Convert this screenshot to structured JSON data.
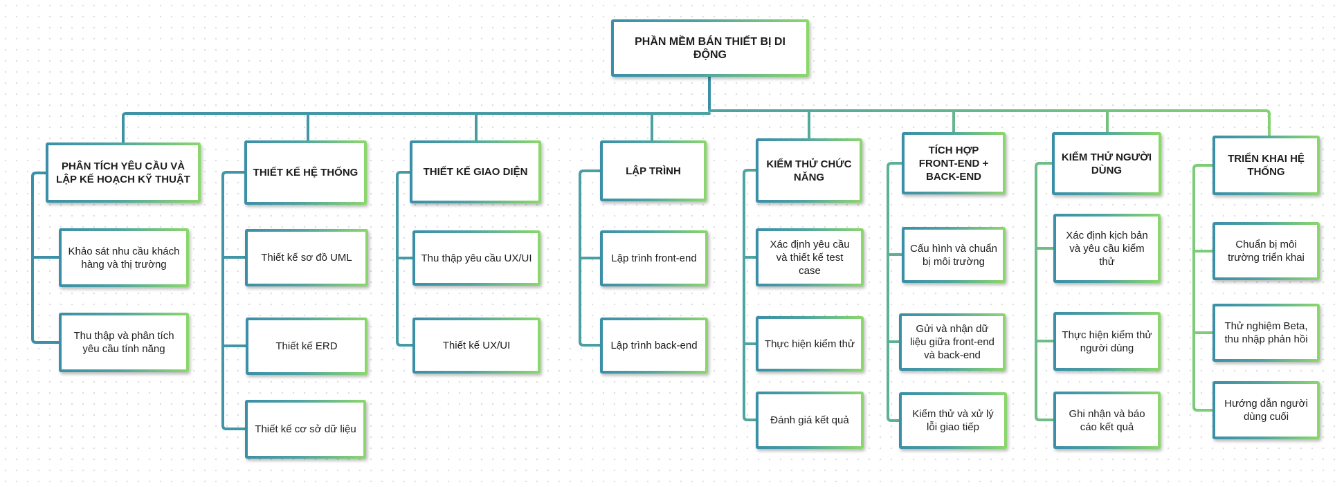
{
  "root": "PHẦN MỀM BÁN THIẾT BỊ DI ĐỘNG",
  "branches": [
    {
      "title": "PHÂN TÍCH YÊU CẦU VÀ LẬP KẾ HOẠCH KỸ THUẬT",
      "items": [
        "Khảo sát nhu cầu khách hàng và thị trường",
        "Thu thập và phân tích yêu cầu tính năng"
      ]
    },
    {
      "title": "THIẾT KẾ HỆ THỐNG",
      "items": [
        "Thiết kế sơ đồ UML",
        "Thiết kế ERD",
        "Thiết kế cơ sở dữ liệu"
      ]
    },
    {
      "title": "THIẾT KẾ GIAO DIỆN",
      "items": [
        "Thu thập yêu cầu UX/UI",
        "Thiết kế UX/UI"
      ]
    },
    {
      "title": "LẬP TRÌNH",
      "items": [
        "Lập trình front-end",
        "Lập trình back-end"
      ]
    },
    {
      "title": "KIỂM THỬ CHỨC NĂNG",
      "items": [
        "Xác định yêu cầu và thiết kế test case",
        "Thực hiện kiểm thử",
        "Đánh giá kết quả"
      ]
    },
    {
      "title": "TÍCH HỢP FRONT-END + BACK-END",
      "items": [
        "Cấu hình và chuẩn bị môi trường",
        "Gửi và nhận dữ liệu giữa front-end và back-end",
        "Kiểm thử và xử lý lỗi giao tiếp"
      ]
    },
    {
      "title": "KIỂM THỬ NGƯỜI DÙNG",
      "items": [
        "Xác định kịch bản và yêu cầu kiểm thử",
        "Thực hiện kiểm thử người dùng",
        "Ghi nhận và báo cáo kết quả"
      ]
    },
    {
      "title": "TRIỂN KHAI HỆ THỐNG",
      "items": [
        "Chuẩn bị môi trường triển khai",
        "Thử nghiệm Beta, thu nhập phản hồi",
        "Hướng dẫn người dùng cuối"
      ]
    }
  ],
  "colors": {
    "line": "#3a8fa8",
    "line_light": "#8bd86a",
    "border_start": "#3a8fa8",
    "border_end": "#8bd86a",
    "text": "#1d1d1d"
  }
}
